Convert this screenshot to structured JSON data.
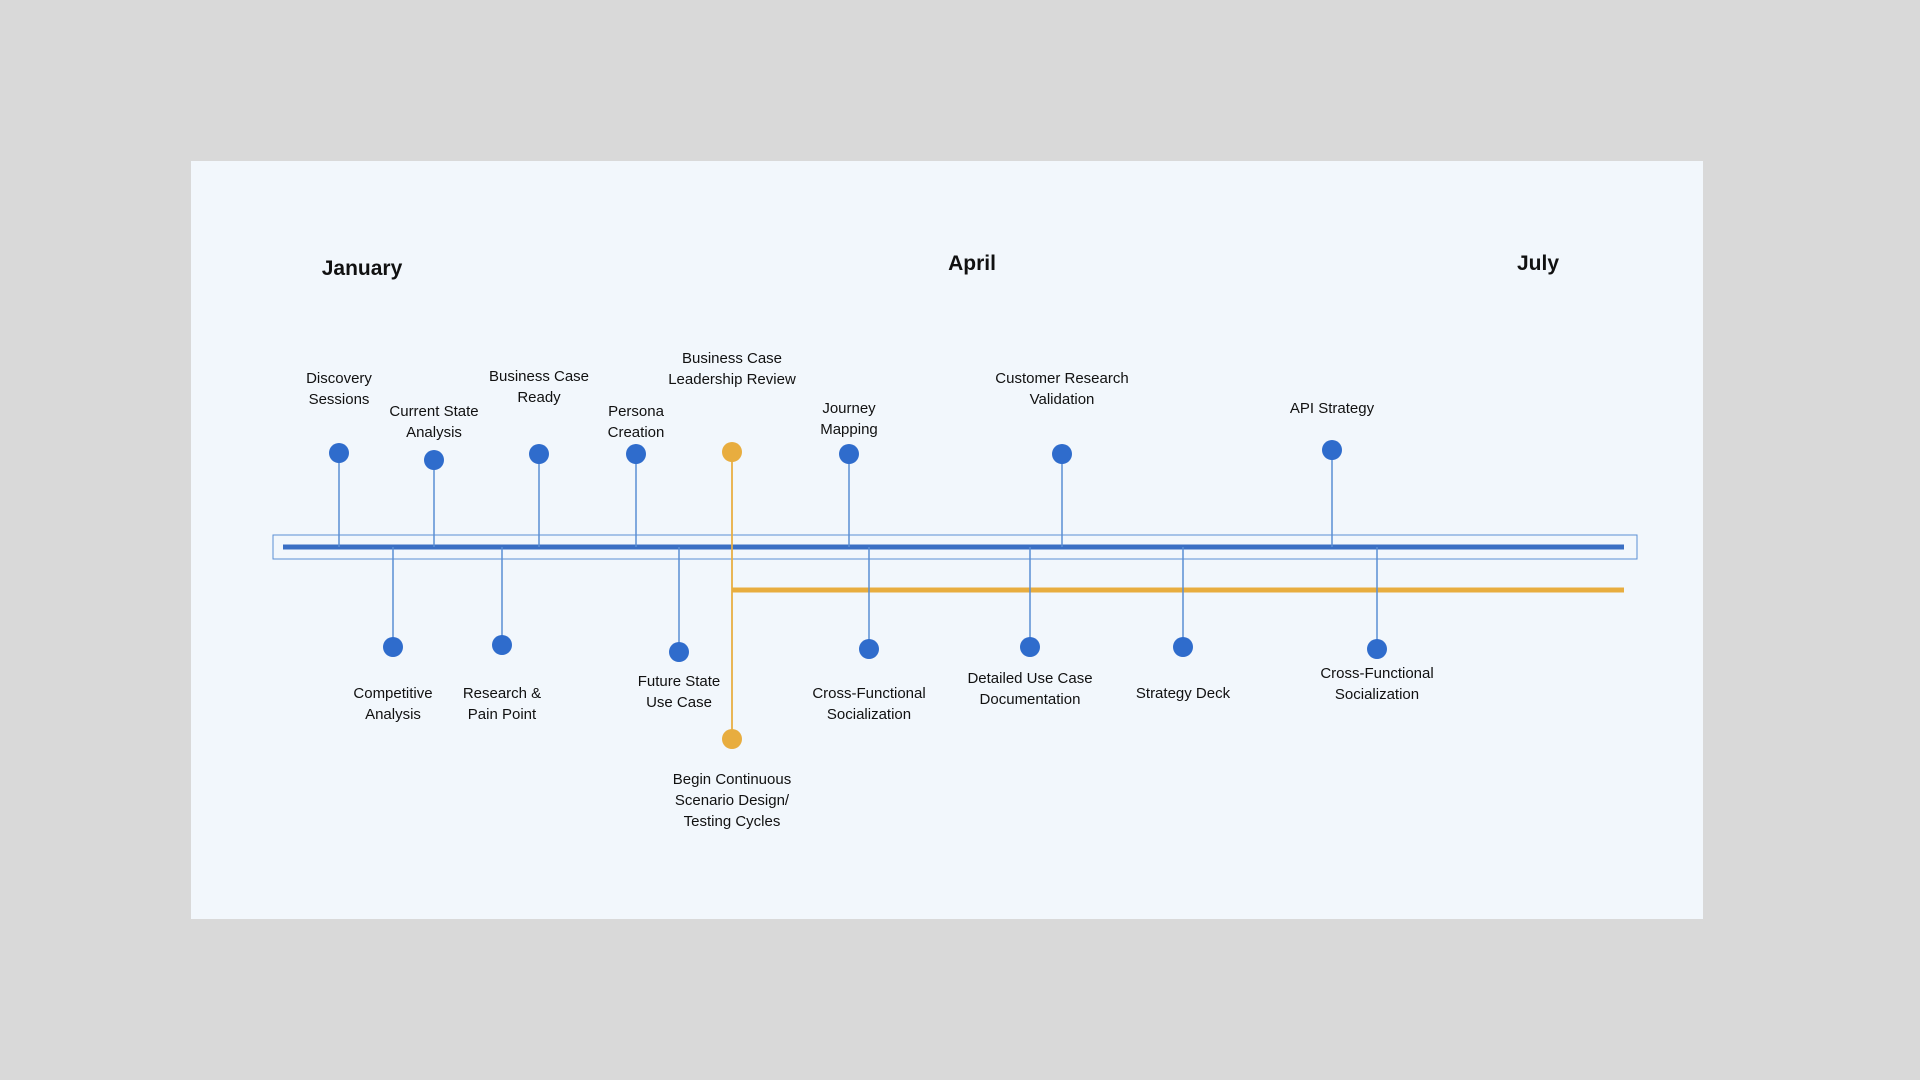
{
  "colors": {
    "background": "#d9d9d9",
    "slide": "#f2f7fc",
    "track": "#3a6fc4",
    "track_frame": "#5b8fd4",
    "milestone": "#2f6ccc",
    "highlight": "#e8ad3f"
  },
  "months": [
    "January",
    "April",
    "July"
  ],
  "milestones_above": [
    {
      "label": "Discovery\nSessions",
      "highlight": false
    },
    {
      "label": "Current State\nAnalysis",
      "highlight": false
    },
    {
      "label": "Business Case\nReady",
      "highlight": false
    },
    {
      "label": "Persona\nCreation",
      "highlight": false
    },
    {
      "label": "Business Case\nLeadership Review",
      "highlight": true
    },
    {
      "label": "Journey\nMapping",
      "highlight": false
    },
    {
      "label": "Customer Research\nValidation",
      "highlight": false
    },
    {
      "label": "API Strategy",
      "highlight": false
    }
  ],
  "milestones_below": [
    {
      "label": "Competitive\nAnalysis",
      "highlight": false
    },
    {
      "label": "Research &\nPain Point",
      "highlight": false
    },
    {
      "label": "Future State\nUse Case",
      "highlight": false
    },
    {
      "label": "Begin Continuous\nScenario Design/\nTesting Cycles",
      "highlight": true
    },
    {
      "label": "Cross-Functional\nSocialization",
      "highlight": false
    },
    {
      "label": "Detailed Use Case\nDocumentation",
      "highlight": false
    },
    {
      "label": "Strategy Deck",
      "highlight": false
    },
    {
      "label": "Cross-Functional\nSocialization",
      "highlight": false
    }
  ]
}
